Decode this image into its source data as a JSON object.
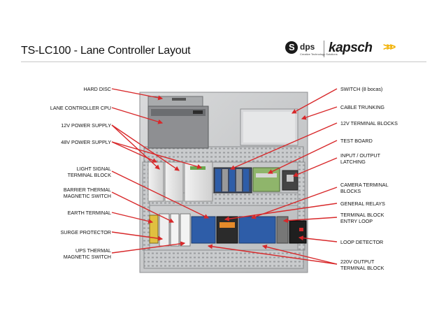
{
  "title": "TS-LC100 - Lane Controller Layout",
  "brand": {
    "dps_mark": "S",
    "dps_name": "dps",
    "dps_tagline": "Creative Technology Solutions",
    "kapsch_name": "kapsch",
    "kapsch_chevrons": ">>>"
  },
  "colors": {
    "annotation": "#d8282a",
    "accent": "#f2b000"
  },
  "labels_left": [
    {
      "line1": "HARD DISC",
      "line2": ""
    },
    {
      "line1": "LANE CONTROLLER CPU",
      "line2": ""
    },
    {
      "line1": "12V POWER SUPPLY",
      "line2": ""
    },
    {
      "line1": "48V POWER SUPPLY",
      "line2": ""
    },
    {
      "line1": "LIGHT SIGNAL",
      "line2": "TERMINAL BLOCK"
    },
    {
      "line1": "BARRIER THERMAL",
      "line2": "MAGNETIC SWITCH"
    },
    {
      "line1": "EARTH TERMINAL",
      "line2": ""
    },
    {
      "line1": "SURGE PROTECTOR",
      "line2": ""
    },
    {
      "line1": "UPS THERMAL",
      "line2": "MAGNETIC SWITCH"
    }
  ],
  "labels_right": [
    {
      "line1": "SWITCH (8 bocas)",
      "line2": ""
    },
    {
      "line1": "CABLE TRUNKING",
      "line2": ""
    },
    {
      "line1": "12V TERMINAL BLOCKS",
      "line2": ""
    },
    {
      "line1": "TEST BOARD",
      "line2": ""
    },
    {
      "line1": "INPUT / OUTPUT",
      "line2": "LATCHING"
    },
    {
      "line1": "CAMERA TERMINAL",
      "line2": "BLOCKS"
    },
    {
      "line1": "GENERAL RELAYS",
      "line2": ""
    },
    {
      "line1": "TERMINAL BLOCK",
      "line2": "ENTRY LOOP"
    },
    {
      "line1": "LOOP DETECTOR",
      "line2": ""
    },
    {
      "line1": "220V OUTPUT",
      "line2": "TERMINAL BLOCK"
    }
  ]
}
